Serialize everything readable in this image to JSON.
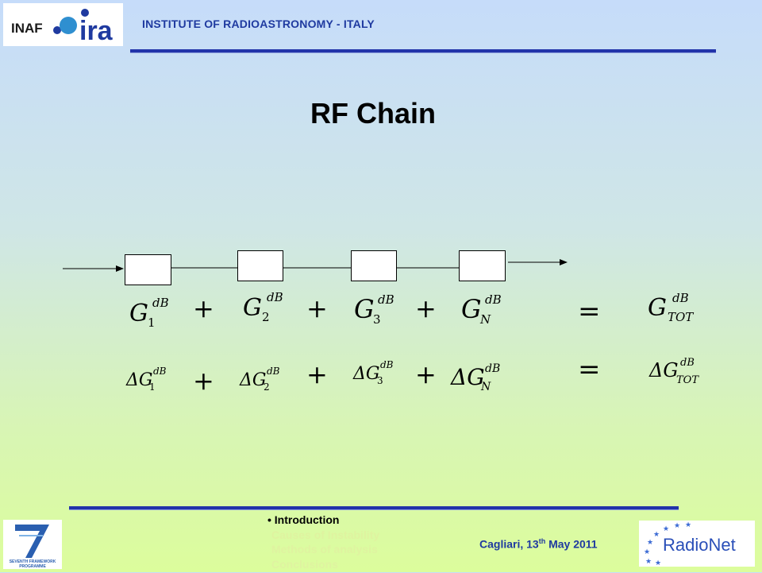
{
  "header": {
    "logo_inaf": "INAF",
    "logo_ira": "ira",
    "institute": "INSTITUTE OF RADIOASTRONOMY - ITALY"
  },
  "title": "RF Chain",
  "equations": {
    "row1": {
      "terms": [
        {
          "base": "G",
          "sup": "dB",
          "sub": "1"
        },
        {
          "base": "G",
          "sup": "dB",
          "sub": "2"
        },
        {
          "base": "G",
          "sup": "dB",
          "sub": "3"
        },
        {
          "base": "G",
          "sup": "dB",
          "sub": "N"
        }
      ],
      "result": {
        "base": "G",
        "sup": "dB",
        "sub": "TOT"
      }
    },
    "row2": {
      "terms": [
        {
          "base": "ΔG",
          "sup": "dB",
          "sub": "1"
        },
        {
          "base": "ΔG",
          "sup": "dB",
          "sub": "2"
        },
        {
          "base": "ΔG",
          "sup": "dB",
          "sub": "3"
        },
        {
          "base": "ΔG",
          "sup": "dB",
          "sub": "N"
        }
      ],
      "result": {
        "base": "ΔG",
        "sup": "dB",
        "sub": "TOT"
      }
    },
    "plus": "+",
    "equals": "="
  },
  "footer": {
    "nav": {
      "active": "Introduction",
      "items": [
        "Causes of Instability",
        "Methods of analysis",
        "Conclusions"
      ]
    },
    "date_prefix": "Cagliari, 13",
    "date_sup": "th",
    "date_suffix": " May 2011",
    "fp7_text_1": "SEVENTH FRAMEWORK",
    "fp7_text_2": "PROGRAMME",
    "radionet": "RadioNet"
  }
}
